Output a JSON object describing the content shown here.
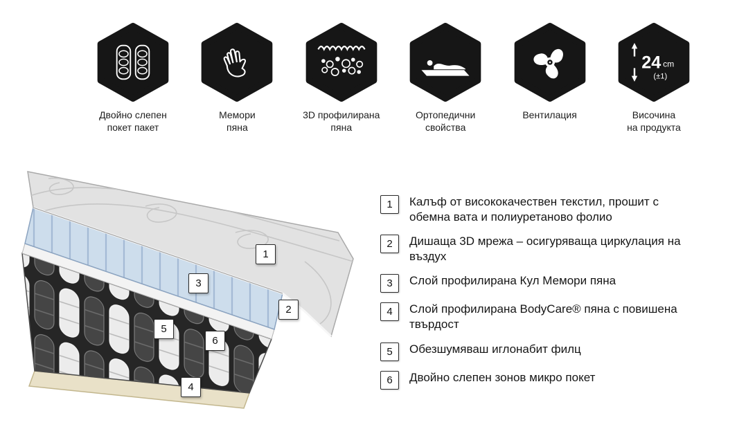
{
  "features": [
    {
      "icon": "pocket-springs-icon",
      "label": "Двойно слепен\nпокет пакет"
    },
    {
      "icon": "memory-foam-hand-icon",
      "label": "Мемори\nпяна"
    },
    {
      "icon": "profiled-foam-icon",
      "label": "3D профилирана\nпяна"
    },
    {
      "icon": "orthopedic-icon",
      "label": "Ортопедични\nсвойства"
    },
    {
      "icon": "ventilation-fan-icon",
      "label": "Вентилация"
    },
    {
      "icon": "product-height-icon",
      "label": "Височина\nна продукта"
    }
  ],
  "height_badge": {
    "value": "24",
    "unit": "cm",
    "tolerance": "(±1)"
  },
  "callouts": {
    "c1": "1",
    "c2": "2",
    "c3": "3",
    "c4": "4",
    "c5": "5",
    "c6": "6"
  },
  "legend": [
    {
      "number": "1",
      "text": "Калъф от висококачествен текстил, прошит с обемна вата и полиуретаново фолио"
    },
    {
      "number": "2",
      "text": "Дишаща 3D мрежа – осигуряваща циркулация на въздух"
    },
    {
      "number": "3",
      "text": "Слой профилирана Кул Мемори пяна"
    },
    {
      "number": "4",
      "text": "Слой профилирана BodyCare®  пяна с повишена твърдост"
    },
    {
      "number": "5",
      "text": "Обезшумяваш иглонабит филц"
    },
    {
      "number": "6",
      "text": "Двойно слепен зонов микро покет"
    }
  ],
  "colors": {
    "badge_bg": "#161616",
    "foam_blue": "#cdddec",
    "base_cream": "#e9e1c8"
  }
}
